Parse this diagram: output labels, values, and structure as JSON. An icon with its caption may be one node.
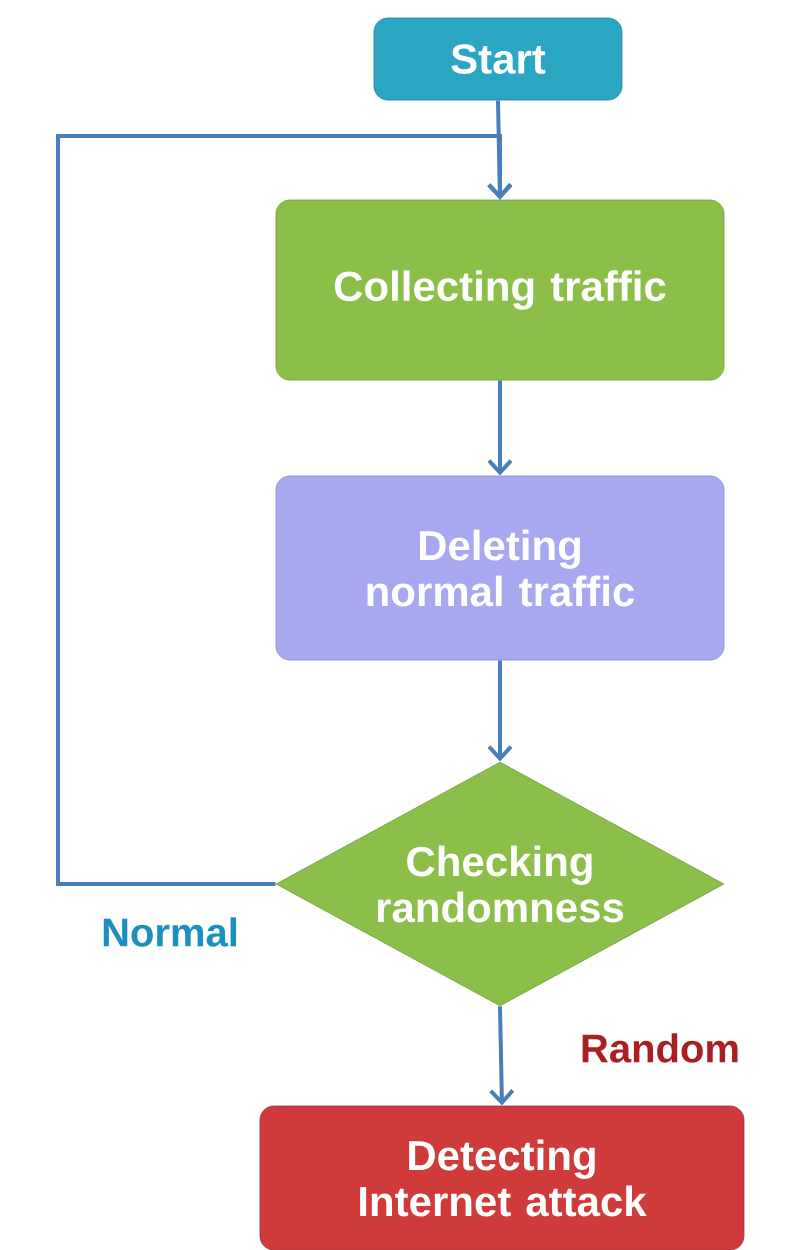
{
  "diagram": {
    "nodes": [
      {
        "text": [
          "Start"
        ]
      },
      {
        "text": [
          "Collecting traffic"
        ]
      },
      {
        "text": [
          "Deleting normal traffic"
        ]
      },
      {
        "text": [
          "Checking randomness"
        ]
      },
      {
        "text": [
          "Detecting Internet attack"
        ]
      }
    ],
    "edges": [
      {
        "from": 0,
        "to": 1,
        "arrow": "to"
      },
      {
        "from": 1,
        "to": 2,
        "arrow": "to"
      },
      {
        "from": 2,
        "to": 3,
        "arrow": "to"
      },
      {
        "from": 3,
        "to": 1,
        "arrow": "to",
        "label": "Normal"
      },
      {
        "from": 3,
        "to": 4,
        "arrow": "to",
        "label": "Random"
      }
    ]
  }
}
